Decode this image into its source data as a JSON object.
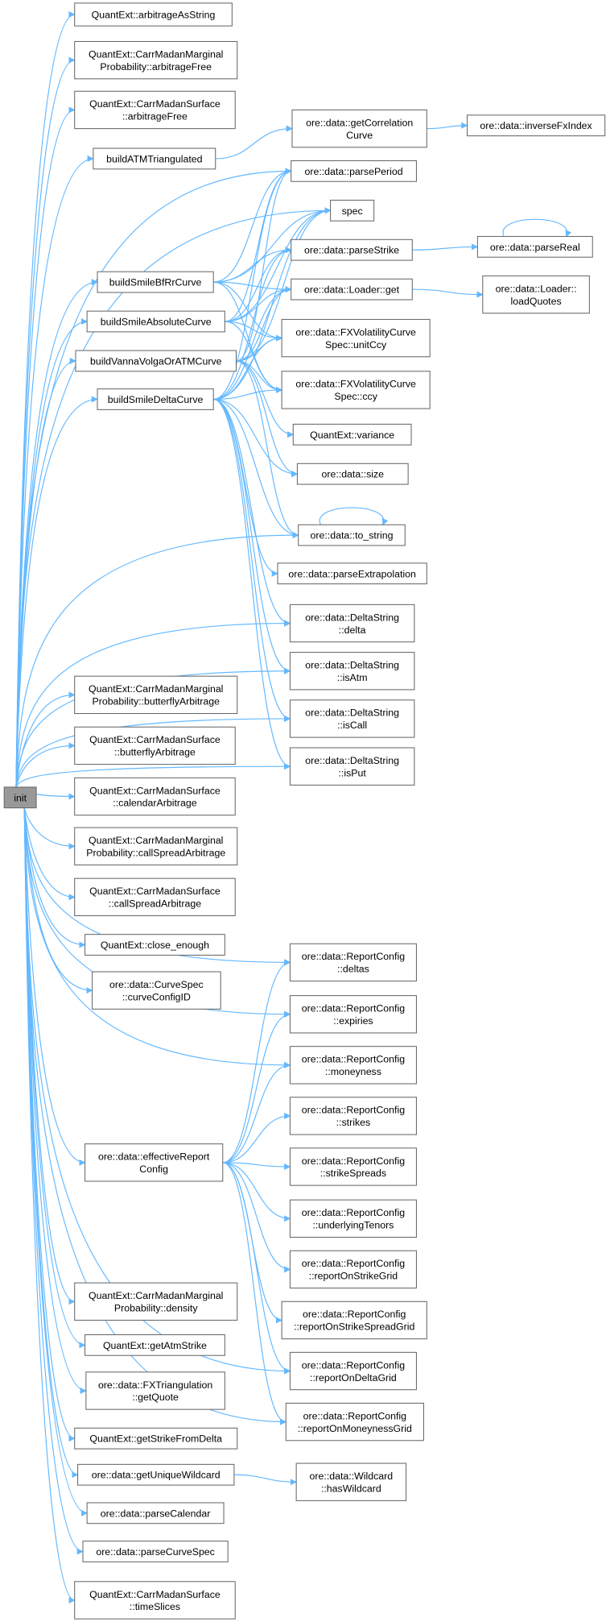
{
  "colors": {
    "edge": "#63b8ff",
    "root_fill": "#999999",
    "node_border": "#666666"
  },
  "nodes": {
    "init": [
      "init"
    ],
    "arbitrageAsString": [
      "QuantExt::arbitrageAsString"
    ],
    "cmmpArbitrageFree": [
      "QuantExt::CarrMadanMarginal",
      "Probability::arbitrageFree"
    ],
    "cmsArbitrageFree": [
      "QuantExt::CarrMadanSurface",
      "::arbitrageFree"
    ],
    "buildATMTriangulated": [
      "buildATMTriangulated"
    ],
    "getCorrelationCurve": [
      "ore::data::getCorrelation",
      "Curve"
    ],
    "inverseFxIndex": [
      "ore::data::inverseFxIndex"
    ],
    "parsePeriod": [
      "ore::data::parsePeriod"
    ],
    "spec": [
      "spec"
    ],
    "parseStrike": [
      "ore::data::parseStrike"
    ],
    "parseReal": [
      "ore::data::parseReal"
    ],
    "loaderGet": [
      "ore::data::Loader::get"
    ],
    "loadQuotes": [
      "ore::data::Loader::",
      "loadQuotes"
    ],
    "buildSmileBfRrCurve": [
      "buildSmileBfRrCurve"
    ],
    "buildSmileAbsoluteCurve": [
      "buildSmileAbsoluteCurve"
    ],
    "buildVannaVolgaOrATMCurve": [
      "buildVannaVolgaOrATMCurve"
    ],
    "buildSmileDeltaCurve": [
      "buildSmileDeltaCurve"
    ],
    "unitCcy": [
      "ore::data::FXVolatilityCurve",
      "Spec::unitCcy"
    ],
    "ccy": [
      "ore::data::FXVolatilityCurve",
      "Spec::ccy"
    ],
    "variance": [
      "QuantExt::variance"
    ],
    "size": [
      "ore::data::size"
    ],
    "toString": [
      "ore::data::to_string"
    ],
    "parseExtrapolation": [
      "ore::data::parseExtrapolation"
    ],
    "dsDelta": [
      "ore::data::DeltaString",
      "::delta"
    ],
    "dsIsAtm": [
      "ore::data::DeltaString",
      "::isAtm"
    ],
    "dsIsCall": [
      "ore::data::DeltaString",
      "::isCall"
    ],
    "dsIsPut": [
      "ore::data::DeltaString",
      "::isPut"
    ],
    "cmmpButterfly": [
      "QuantExt::CarrMadanMarginal",
      "Probability::butterflyArbitrage"
    ],
    "cmsButterfly": [
      "QuantExt::CarrMadanSurface",
      "::butterflyArbitrage"
    ],
    "cmsCalendar": [
      "QuantExt::CarrMadanSurface",
      "::calendarArbitrage"
    ],
    "cmmpCallSpread": [
      "QuantExt::CarrMadanMarginal",
      "Probability::callSpreadArbitrage"
    ],
    "cmsCallSpread": [
      "QuantExt::CarrMadanSurface",
      "::callSpreadArbitrage"
    ],
    "closeEnough": [
      "QuantExt::close_enough"
    ],
    "curveConfigID": [
      "ore::data::CurveSpec",
      "::curveConfigID"
    ],
    "effectiveReportConfig": [
      "ore::data::effectiveReport",
      "Config"
    ],
    "rcDeltas": [
      "ore::data::ReportConfig",
      "::deltas"
    ],
    "rcExpiries": [
      "ore::data::ReportConfig",
      "::expiries"
    ],
    "rcMoneyness": [
      "ore::data::ReportConfig",
      "::moneyness"
    ],
    "rcStrikes": [
      "ore::data::ReportConfig",
      "::strikes"
    ],
    "rcStrikeSpreads": [
      "ore::data::ReportConfig",
      "::strikeSpreads"
    ],
    "rcUnderlyingTenors": [
      "ore::data::ReportConfig",
      "::underlyingTenors"
    ],
    "rcReportOnStrikeGrid": [
      "ore::data::ReportConfig",
      "::reportOnStrikeGrid"
    ],
    "rcReportOnStrikeSpreadGrid": [
      "ore::data::ReportConfig",
      "::reportOnStrikeSpreadGrid"
    ],
    "rcReportOnDeltaGrid": [
      "ore::data::ReportConfig",
      "::reportOnDeltaGrid"
    ],
    "rcReportOnMoneynessGrid": [
      "ore::data::ReportConfig",
      "::reportOnMoneynessGrid"
    ],
    "cmmpDensity": [
      "QuantExt::CarrMadanMarginal",
      "Probability::density"
    ],
    "getAtmStrike": [
      "QuantExt::getAtmStrike"
    ],
    "fxTriGetQuote": [
      "ore::data::FXTriangulation",
      "::getQuote"
    ],
    "getStrikeFromDelta": [
      "QuantExt::getStrikeFromDelta"
    ],
    "getUniqueWildcard": [
      "ore::data::getUniqueWildcard"
    ],
    "hasWildcard": [
      "ore::data::Wildcard",
      "::hasWildcard"
    ],
    "parseCalendar": [
      "ore::data::parseCalendar"
    ],
    "parseCurveSpec": [
      "ore::data::parseCurveSpec"
    ],
    "timeSlices": [
      "QuantExt::CarrMadanSurface",
      "::timeSlices"
    ]
  },
  "edges": [
    [
      "init",
      "arbitrageAsString"
    ],
    [
      "init",
      "cmmpArbitrageFree"
    ],
    [
      "init",
      "cmsArbitrageFree"
    ],
    [
      "init",
      "buildATMTriangulated"
    ],
    [
      "init",
      "parsePeriod"
    ],
    [
      "init",
      "spec"
    ],
    [
      "init",
      "buildSmileBfRrCurve"
    ],
    [
      "init",
      "buildSmileAbsoluteCurve"
    ],
    [
      "init",
      "buildVannaVolgaOrATMCurve"
    ],
    [
      "init",
      "buildSmileDeltaCurve"
    ],
    [
      "init",
      "toString"
    ],
    [
      "init",
      "dsDelta"
    ],
    [
      "init",
      "dsIsAtm"
    ],
    [
      "init",
      "dsIsCall"
    ],
    [
      "init",
      "dsIsPut"
    ],
    [
      "init",
      "cmmpButterfly"
    ],
    [
      "init",
      "cmsButterfly"
    ],
    [
      "init",
      "cmsCalendar"
    ],
    [
      "init",
      "cmmpCallSpread"
    ],
    [
      "init",
      "cmsCallSpread"
    ],
    [
      "init",
      "closeEnough"
    ],
    [
      "init",
      "curveConfigID"
    ],
    [
      "init",
      "rcDeltas"
    ],
    [
      "init",
      "rcExpiries"
    ],
    [
      "init",
      "rcMoneyness"
    ],
    [
      "init",
      "effectiveReportConfig"
    ],
    [
      "init",
      "rcReportOnDeltaGrid"
    ],
    [
      "init",
      "rcReportOnMoneynessGrid"
    ],
    [
      "init",
      "cmmpDensity"
    ],
    [
      "init",
      "getAtmStrike"
    ],
    [
      "init",
      "fxTriGetQuote"
    ],
    [
      "init",
      "getStrikeFromDelta"
    ],
    [
      "init",
      "getUniqueWildcard"
    ],
    [
      "init",
      "parseCalendar"
    ],
    [
      "init",
      "parseCurveSpec"
    ],
    [
      "init",
      "timeSlices"
    ],
    [
      "buildATMTriangulated",
      "getCorrelationCurve"
    ],
    [
      "getCorrelationCurve",
      "inverseFxIndex"
    ],
    [
      "buildSmileBfRrCurve",
      "parsePeriod"
    ],
    [
      "buildSmileBfRrCurve",
      "spec"
    ],
    [
      "buildSmileBfRrCurve",
      "parseStrike"
    ],
    [
      "buildSmileBfRrCurve",
      "loaderGet"
    ],
    [
      "buildSmileBfRrCurve",
      "unitCcy"
    ],
    [
      "buildSmileBfRrCurve",
      "ccy"
    ],
    [
      "buildSmileAbsoluteCurve",
      "parsePeriod"
    ],
    [
      "buildSmileAbsoluteCurve",
      "spec"
    ],
    [
      "buildSmileAbsoluteCurve",
      "parseStrike"
    ],
    [
      "buildSmileAbsoluteCurve",
      "loaderGet"
    ],
    [
      "buildSmileAbsoluteCurve",
      "unitCcy"
    ],
    [
      "buildSmileAbsoluteCurve",
      "ccy"
    ],
    [
      "buildVannaVolgaOrATMCurve",
      "parsePeriod"
    ],
    [
      "buildVannaVolgaOrATMCurve",
      "spec"
    ],
    [
      "buildVannaVolgaOrATMCurve",
      "loaderGet"
    ],
    [
      "buildVannaVolgaOrATMCurve",
      "unitCcy"
    ],
    [
      "buildVannaVolgaOrATMCurve",
      "ccy"
    ],
    [
      "buildVannaVolgaOrATMCurve",
      "variance"
    ],
    [
      "buildVannaVolgaOrATMCurve",
      "size"
    ],
    [
      "buildVannaVolgaOrATMCurve",
      "toString"
    ],
    [
      "buildSmileDeltaCurve",
      "parsePeriod"
    ],
    [
      "buildSmileDeltaCurve",
      "spec"
    ],
    [
      "buildSmileDeltaCurve",
      "parseStrike"
    ],
    [
      "buildSmileDeltaCurve",
      "loaderGet"
    ],
    [
      "buildSmileDeltaCurve",
      "unitCcy"
    ],
    [
      "buildSmileDeltaCurve",
      "ccy"
    ],
    [
      "buildSmileDeltaCurve",
      "size"
    ],
    [
      "buildSmileDeltaCurve",
      "toString"
    ],
    [
      "buildSmileDeltaCurve",
      "parseExtrapolation"
    ],
    [
      "buildSmileDeltaCurve",
      "dsDelta"
    ],
    [
      "buildSmileDeltaCurve",
      "dsIsAtm"
    ],
    [
      "buildSmileDeltaCurve",
      "dsIsCall"
    ],
    [
      "buildSmileDeltaCurve",
      "dsIsPut"
    ],
    [
      "parseStrike",
      "parseReal"
    ],
    [
      "parseReal",
      "parseReal"
    ],
    [
      "loaderGet",
      "loadQuotes"
    ],
    [
      "toString",
      "toString"
    ],
    [
      "effectiveReportConfig",
      "rcDeltas"
    ],
    [
      "effectiveReportConfig",
      "rcExpiries"
    ],
    [
      "effectiveReportConfig",
      "rcMoneyness"
    ],
    [
      "effectiveReportConfig",
      "rcStrikes"
    ],
    [
      "effectiveReportConfig",
      "rcStrikeSpreads"
    ],
    [
      "effectiveReportConfig",
      "rcUnderlyingTenors"
    ],
    [
      "effectiveReportConfig",
      "rcReportOnStrikeGrid"
    ],
    [
      "effectiveReportConfig",
      "rcReportOnStrikeSpreadGrid"
    ],
    [
      "effectiveReportConfig",
      "rcReportOnDeltaGrid"
    ],
    [
      "effectiveReportConfig",
      "rcReportOnMoneynessGrid"
    ],
    [
      "getUniqueWildcard",
      "hasWildcard"
    ]
  ]
}
